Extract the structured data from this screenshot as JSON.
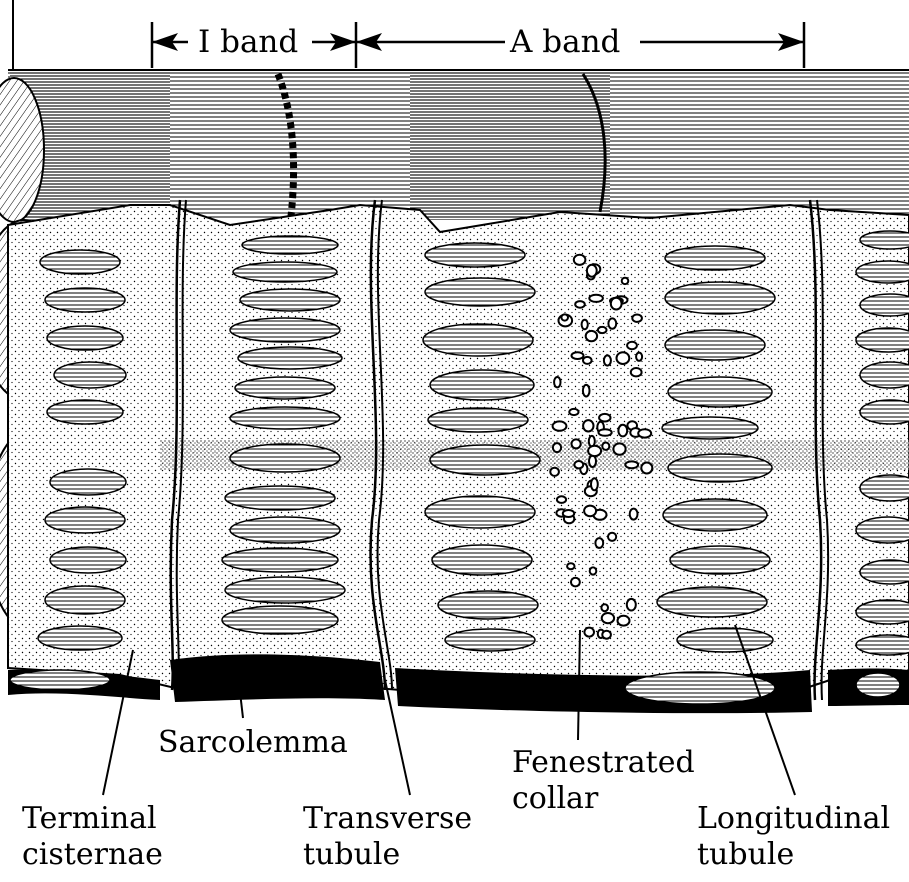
{
  "bands": {
    "i_band": "I band",
    "a_band": "A band"
  },
  "labels": {
    "sarcolemma": "Sarcolemma",
    "terminal_cisternae": [
      "Terminal",
      "cisternae"
    ],
    "transverse_tubule": [
      "Transverse",
      "tubule"
    ],
    "fenestrated_collar": [
      "Fenestrated",
      "collar"
    ],
    "longitudinal_tubule": [
      "Longitudinal",
      "tubule"
    ]
  },
  "colors": {
    "ink": "#000000",
    "paper": "#ffffff",
    "stipple": "#1a1a1a"
  }
}
